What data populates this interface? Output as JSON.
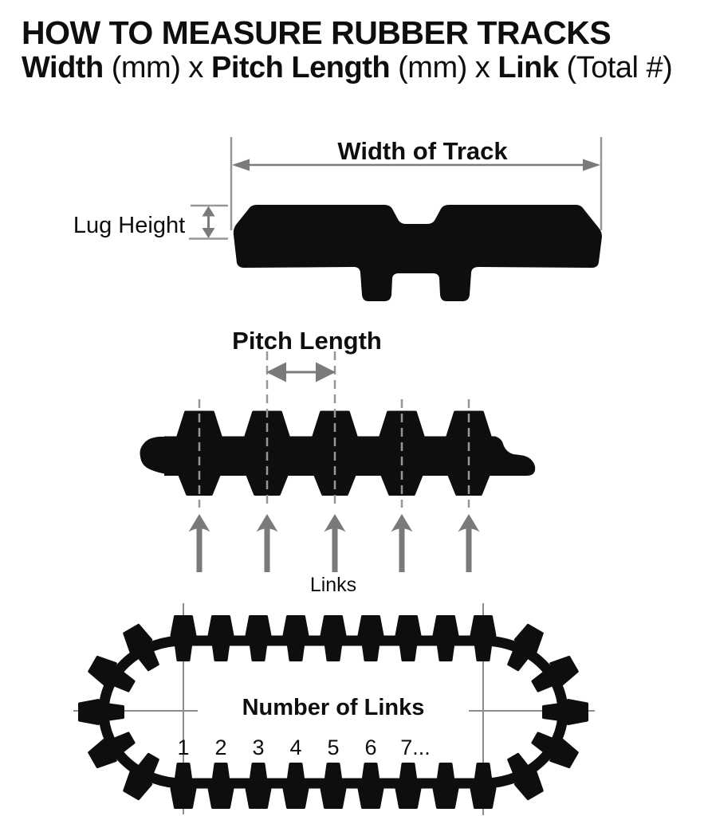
{
  "colors": {
    "background": "#ffffff",
    "ink": "#0e0e0e",
    "arrow_gray": "#7a7a7a",
    "line_gray": "#979797",
    "crosshair_gray": "#8c8c8c"
  },
  "header": {
    "title": "HOW TO MEASURE RUBBER TRACKS",
    "formula_segments": [
      {
        "text": "Width",
        "bold": true
      },
      {
        "text": " (mm) x ",
        "bold": false
      },
      {
        "text": "Pitch Length",
        "bold": true
      },
      {
        "text": " (mm) x ",
        "bold": false
      },
      {
        "text": "Link",
        "bold": true
      },
      {
        "text": " (Total #)",
        "bold": false
      }
    ]
  },
  "cross_section_diagram": {
    "width_label": "Width of Track",
    "lug_height_label": "Lug Height"
  },
  "side_profile_diagram": {
    "pitch_label": "Pitch Length",
    "links_label": "Links"
  },
  "loop_diagram": {
    "title": "Number of Links",
    "link_numbers": [
      "1",
      "2",
      "3",
      "4",
      "5",
      "6",
      "7..."
    ]
  }
}
